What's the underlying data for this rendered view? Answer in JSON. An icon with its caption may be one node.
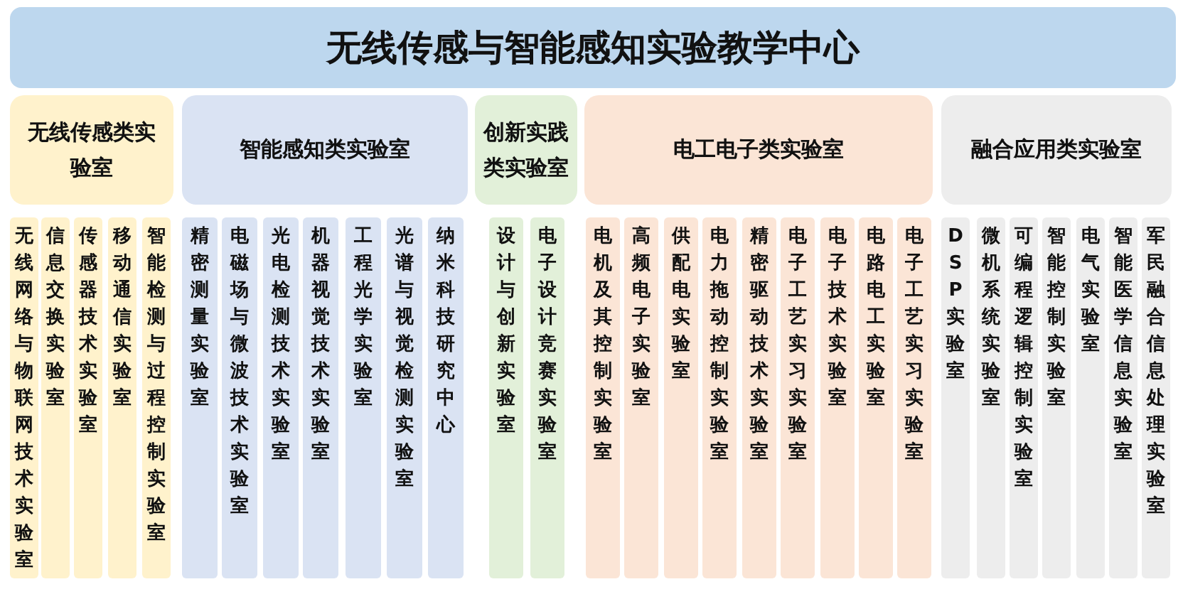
{
  "diagram": {
    "nodes": [
      {
        "text": [
          "无线传感与智能感知实验教学中心"
        ]
      },
      {
        "text": [
          "无线传感类实验室"
        ]
      },
      {
        "text": [
          "智能感知类实验室"
        ]
      },
      {
        "text": [
          "创新实践类实验室"
        ]
      },
      {
        "text": [
          "电工电子类实验室"
        ]
      },
      {
        "text": [
          "融合应用类实验室"
        ]
      },
      {
        "text": [
          "无线网络与物联网技术实验室"
        ]
      },
      {
        "text": [
          "信息交换实验室"
        ]
      },
      {
        "text": [
          "传感器技术实验室"
        ]
      },
      {
        "text": [
          "移动通信实验室"
        ]
      },
      {
        "text": [
          "智能检测与过程控制实验室"
        ]
      },
      {
        "text": [
          "精密测量实验室"
        ]
      },
      {
        "text": [
          "电磁场与微波技术实验室"
        ]
      },
      {
        "text": [
          "光电检测技术实验室"
        ]
      },
      {
        "text": [
          "机器视觉技术实验室"
        ]
      },
      {
        "text": [
          "工程光学实验室"
        ]
      },
      {
        "text": [
          "光谱与视觉检测实验室"
        ]
      },
      {
        "text": [
          "纳米科技研究中心"
        ]
      },
      {
        "text": [
          "设计与创新实验室"
        ]
      },
      {
        "text": [
          "电子设计竞赛实验室"
        ]
      },
      {
        "text": [
          "电机及其控制实验室"
        ]
      },
      {
        "text": [
          "高频电子实验室"
        ]
      },
      {
        "text": [
          "供配电实验室"
        ]
      },
      {
        "text": [
          "电力拖动控制实验室"
        ]
      },
      {
        "text": [
          "精密驱动技术实验室"
        ]
      },
      {
        "text": [
          "电子工艺实习实验室"
        ]
      },
      {
        "text": [
          "电子技术实验室"
        ]
      },
      {
        "text": [
          "电路电工实验室"
        ]
      },
      {
        "text": [
          "电子工艺实习实验室"
        ]
      },
      {
        "text": [
          "DSP实验室"
        ]
      },
      {
        "text": [
          "微机系统实验室"
        ]
      },
      {
        "text": [
          "可编程逻辑控制实验室"
        ]
      },
      {
        "text": [
          "智能控制实验室"
        ]
      },
      {
        "text": [
          "电气实验室"
        ]
      },
      {
        "text": [
          "智能医学信息实验室"
        ]
      },
      {
        "text": [
          "军民融合信息处理实验室"
        ]
      }
    ]
  }
}
